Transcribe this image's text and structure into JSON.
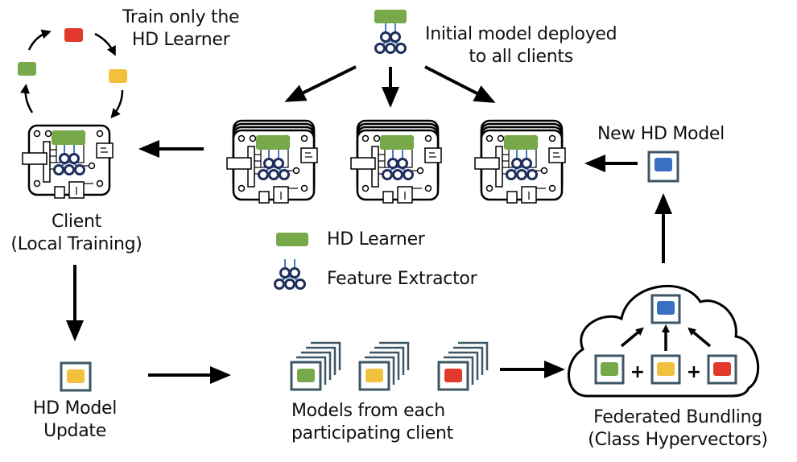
{
  "colors": {
    "green": "#77a94a",
    "yellow": "#f2c13c",
    "red": "#e23a2a",
    "blue": "#3a6fc4",
    "model_frame": "#3d5666",
    "nn_dark": "#1f2f5c",
    "nn_light": "#4a78c8",
    "ink": "#000000"
  },
  "labels": {
    "train_only": [
      "Train only the",
      "HD Learner"
    ],
    "initial_model": [
      "Initial model deployed",
      "to all clients"
    ],
    "client": [
      "Client",
      "(Local Training)"
    ],
    "new_hd_model": "New HD Model",
    "hd_model_update": [
      "HD Model",
      "Update"
    ],
    "models_from_each": [
      "Models from each",
      "participating client"
    ],
    "federated_bundling": [
      "Federated Bundling",
      "(Class Hypervectors)"
    ],
    "plus": "+"
  },
  "legend": [
    {
      "icon": "hd-learner",
      "label": "HD Learner"
    },
    {
      "icon": "feature-extractor",
      "label": "Feature Extractor"
    }
  ],
  "training_cycle": [
    "red",
    "yellow",
    "green"
  ],
  "client_models": [
    "green",
    "yellow",
    "red"
  ],
  "bundled_model": "blue"
}
